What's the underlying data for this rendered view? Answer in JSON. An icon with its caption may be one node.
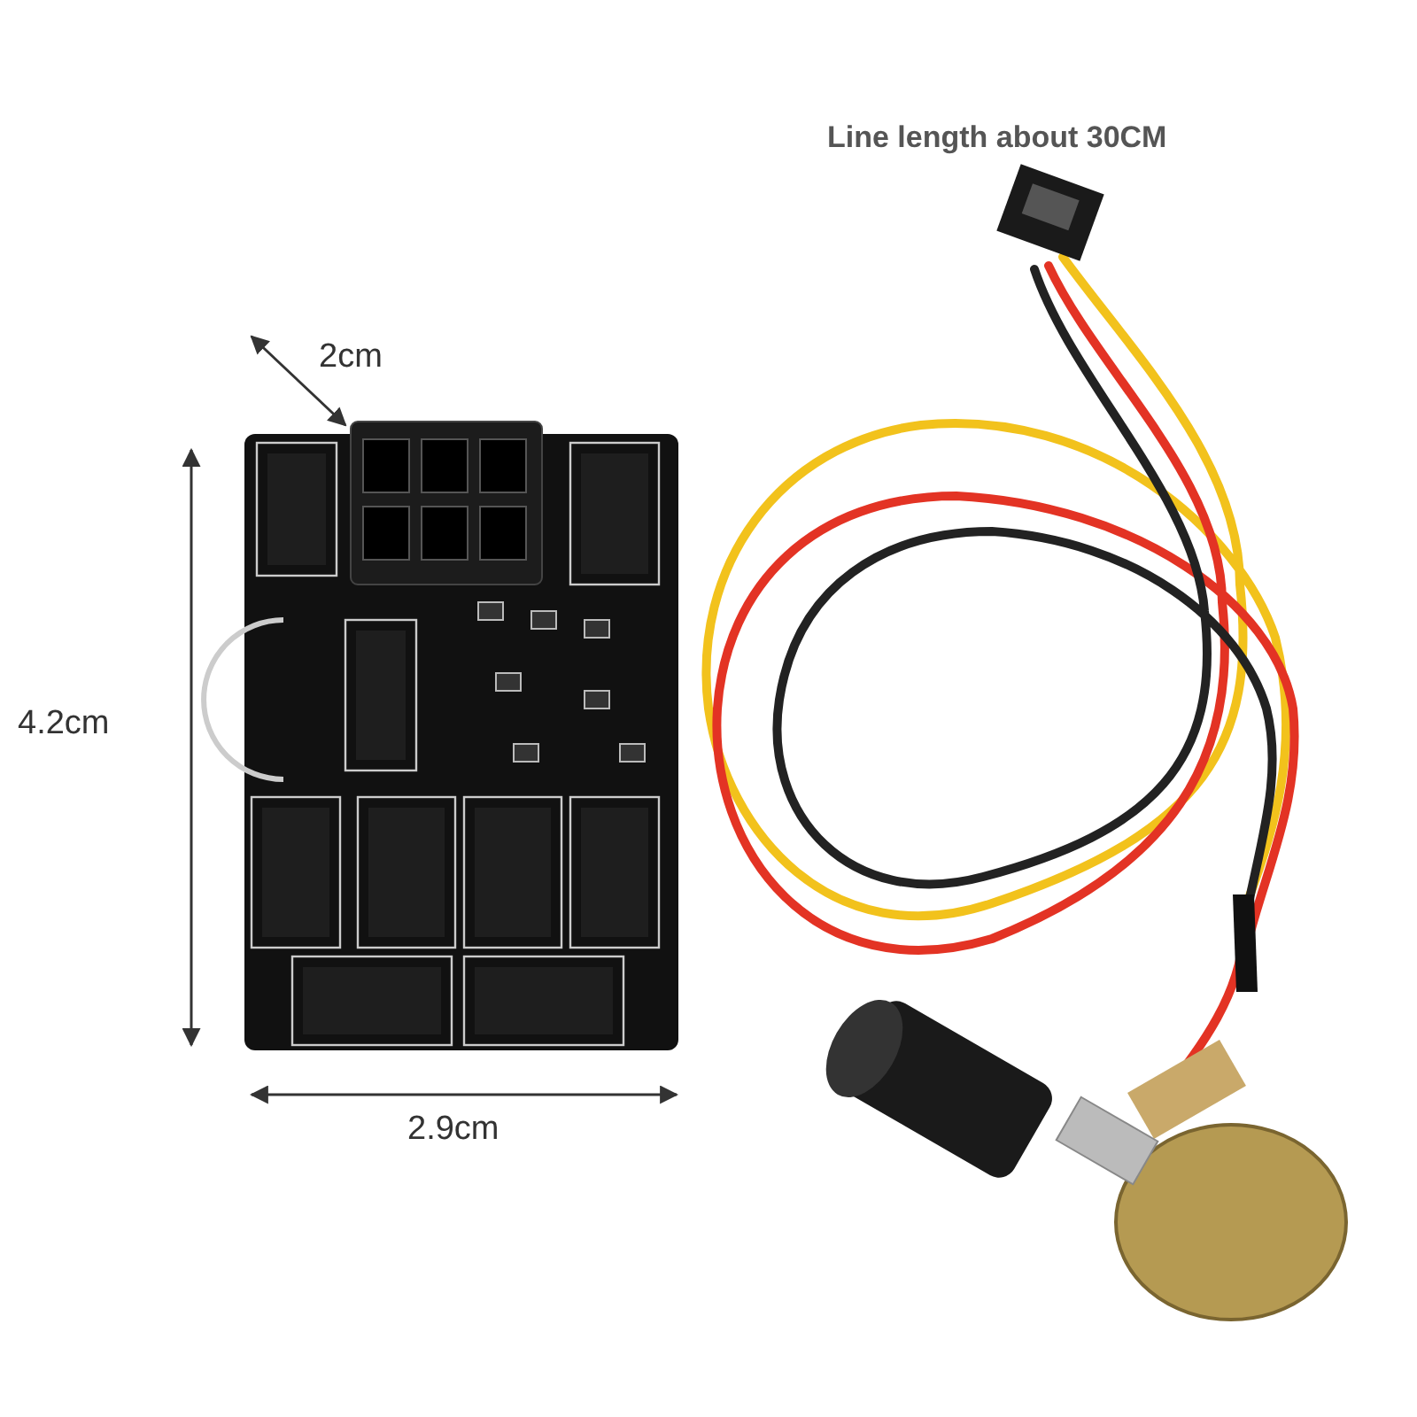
{
  "diagram": {
    "labels": [
      "Line length about 30CM",
      "2cm",
      "4.2cm",
      "2.9cm"
    ]
  }
}
